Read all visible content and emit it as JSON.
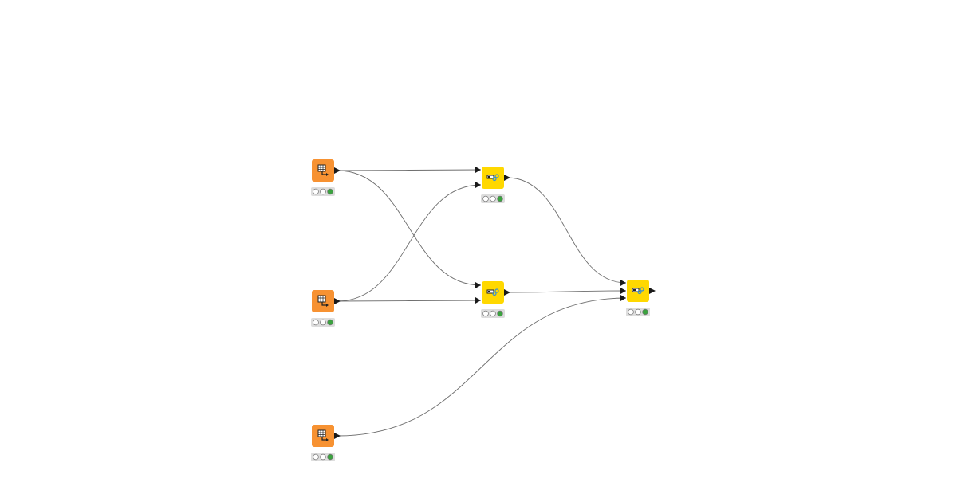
{
  "workflow": {
    "colors": {
      "source_node": "#F79232",
      "join_node": "#FFD800",
      "status_ok": "#3BA33F",
      "status_off": "#FFFFFF",
      "status_bar": "#DDDDDD",
      "edge": "#6E6E6E",
      "port": "#1A1A1A"
    },
    "nodes": [
      {
        "id": "source-1",
        "kind": "table-source",
        "icon": "table-output-icon",
        "status": [
          "off",
          "off",
          "ok"
        ]
      },
      {
        "id": "source-2",
        "kind": "table-source",
        "icon": "table-output-icon",
        "status": [
          "off",
          "off",
          "ok"
        ]
      },
      {
        "id": "source-3",
        "kind": "table-source",
        "icon": "table-output-icon",
        "status": [
          "off",
          "off",
          "ok"
        ]
      },
      {
        "id": "join-1",
        "kind": "joiner",
        "icon": "joiner-icon",
        "status": [
          "off",
          "off",
          "ok"
        ]
      },
      {
        "id": "join-2",
        "kind": "joiner",
        "icon": "joiner-icon",
        "status": [
          "off",
          "off",
          "ok"
        ]
      },
      {
        "id": "join-3",
        "kind": "joiner",
        "icon": "joiner-icon",
        "status": [
          "off",
          "off",
          "ok"
        ]
      }
    ],
    "connections": [
      {
        "from": "source-1",
        "to": "join-1",
        "port": 0
      },
      {
        "from": "source-1",
        "to": "join-2",
        "port": 0
      },
      {
        "from": "source-2",
        "to": "join-1",
        "port": 1
      },
      {
        "from": "source-2",
        "to": "join-2",
        "port": 1
      },
      {
        "from": "join-1",
        "to": "join-3",
        "port": 0
      },
      {
        "from": "join-2",
        "to": "join-3",
        "port": 1
      },
      {
        "from": "source-3",
        "to": "join-3",
        "port": 2
      }
    ]
  }
}
